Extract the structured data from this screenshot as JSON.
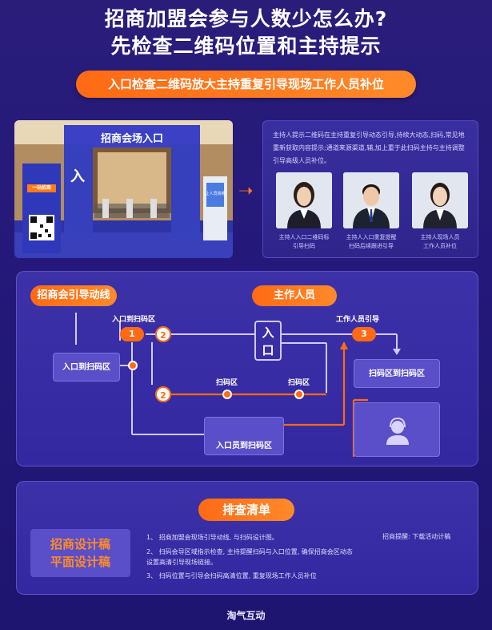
{
  "title": {
    "line1": "招商加盟会参与人数少怎么办?",
    "line2": "先检查二维码位置和主持提示"
  },
  "banner": "入口检查二维码放大主持重复引导现场工作人员补位",
  "photo": {
    "sign": "招商会场入口",
    "door_char": "入",
    "poster_text": "一站招商",
    "kiosk_text": "让人员资格"
  },
  "host_panel": {
    "text": "主持人提示二维码在主持重复引导动态引导,持续大动态,扫码,常见地重新获取内容提示;通道来源渠道,辅,加上重于此扫码主持与主持调整引导高级人员补位。",
    "hosts": [
      {
        "caption": "主持人入口二维码标\n引导扫码"
      },
      {
        "caption": "主持人入口重复提醒\n扫码后续跟进引导"
      },
      {
        "caption": "主持人现场人员\n工作人员补位"
      }
    ]
  },
  "flow": {
    "tag_left": "招商会引导动线",
    "tag_right": "主作人员",
    "label_entry_scan": "入口到扫码区",
    "label_staff_guide": "工作人员引导",
    "box_left": "入口到扫码区",
    "box_right": "扫码区到扫码区",
    "box_bottom": "入口员到扫码区",
    "gate_char": "入\n口",
    "scan_zone1": "扫码区",
    "scan_zone2": "扫码区",
    "nums": [
      "1",
      "2",
      "2",
      "3",
      "3"
    ]
  },
  "checklist": {
    "title": "排查清单",
    "design_line1": "招商设计稿",
    "design_line2": "平面设计稿",
    "items": [
      "1、 招商加盟会现场引导动线, 与扫码设计图。",
      "2、 扫码会导区域指示检查, 主持提醒扫码与入口位置, 确保招商会区动态",
      "    设置高清引导现场链接。",
      "3、 扫码位置与引导会扫码高清位置, 重复现场工作人员补位"
    ],
    "note": "招商提醒: 下载活动计稿"
  },
  "footer": "淘气互动",
  "colors": {
    "accent": "#ff6a14",
    "background": "#24197a",
    "panel": "#3d31a8"
  }
}
